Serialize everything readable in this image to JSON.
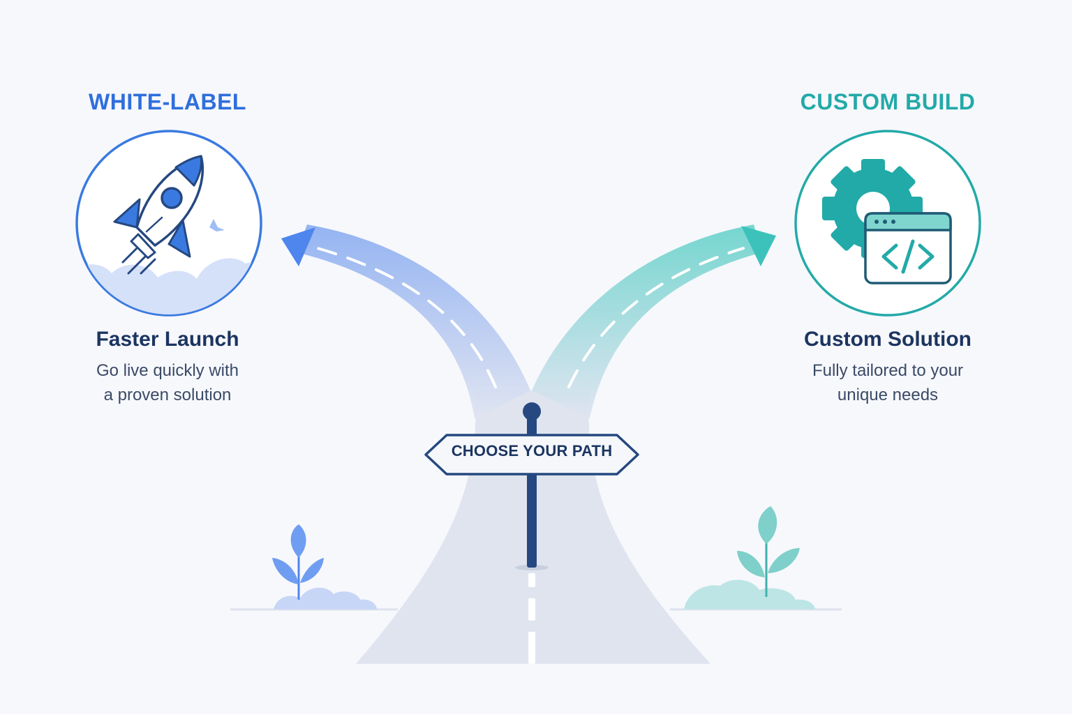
{
  "left_option": {
    "label": "WHITE-LABEL",
    "title": "Faster Launch",
    "description_line1": "Go live quickly with",
    "description_line2": "a proven solution",
    "icon": "rocket-icon",
    "accent": "#2f6fdc"
  },
  "right_option": {
    "label": "CUSTOM BUILD",
    "title": "Custom Solution",
    "description_line1": "Fully tailored to your",
    "description_line2": "unique needs",
    "icon": "gear-code-window-icon",
    "accent": "#22aaa8"
  },
  "signpost": {
    "text": "CHOOSE YOUR PATH",
    "icon": "signpost-icon"
  }
}
